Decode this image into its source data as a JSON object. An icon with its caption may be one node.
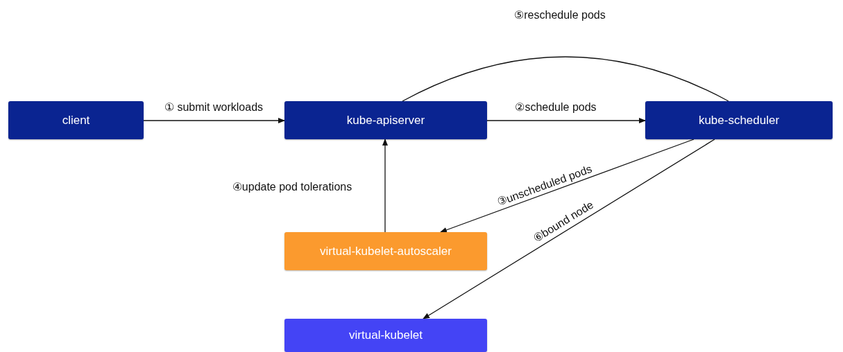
{
  "diagram": {
    "nodes": [
      {
        "text": [
          "client"
        ]
      },
      {
        "text": [
          "kube-apiserver"
        ]
      },
      {
        "text": [
          "kube-scheduler"
        ]
      },
      {
        "text": [
          "virtual-kubelet-autoscaler"
        ]
      },
      {
        "text": [
          "virtual-kubelet"
        ]
      }
    ],
    "edges": [
      {
        "from": 0,
        "to": 1,
        "arrow": "to",
        "label": "① submit workloads"
      },
      {
        "from": 1,
        "to": 2,
        "arrow": "to",
        "label": "②schedule pods"
      },
      {
        "from": 2,
        "to": 3,
        "arrow": "to",
        "label": "③unscheduled pods"
      },
      {
        "from": 3,
        "to": 1,
        "arrow": "to",
        "label": "④update pod tolerations"
      },
      {
        "from": 2,
        "to": 1,
        "arrow": "none",
        "label": "⑤reschedule pods"
      },
      {
        "from": 2,
        "to": 4,
        "arrow": "to",
        "label": "⑥bound node"
      }
    ]
  }
}
